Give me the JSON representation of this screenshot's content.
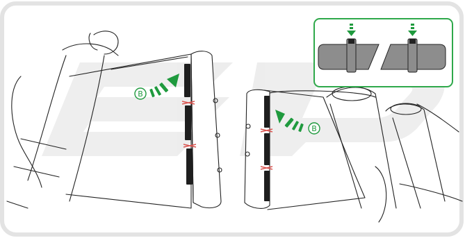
{
  "figure": {
    "callouts": [
      {
        "id": "left",
        "label": "B"
      },
      {
        "id": "right",
        "label": "B"
      }
    ],
    "inset": {
      "description_icons": [
        "press-arrow-icon",
        "press-arrow-icon"
      ]
    },
    "colors": {
      "frame": "#e6e6e6",
      "accent_green": "#1f9a3e",
      "inset_border": "#2ea84a",
      "inset_bar": "#8d8d8d",
      "watermark": "#ececec",
      "line": "#222222",
      "velcro": "#222222",
      "stitch": "#d9534f"
    }
  }
}
